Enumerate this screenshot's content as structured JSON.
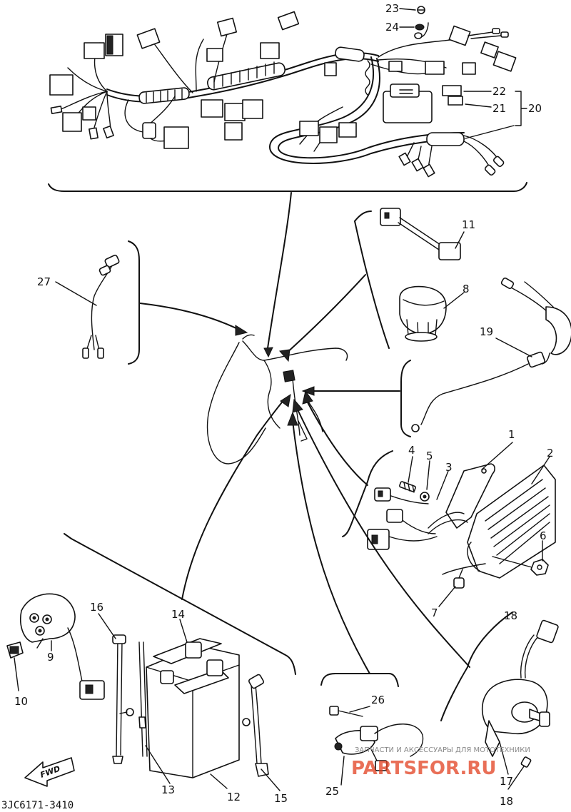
{
  "diagram": {
    "code": "3JC6171-3410",
    "fwd": "FWD",
    "watermark_text": "ЗАПЧАСТИ И АКСЕССУАРЫ ДЛЯ МОТОТЕХНИКИ",
    "watermark_brand": "PARTSFOR.RU",
    "callouts": [
      "1",
      "2",
      "3",
      "4",
      "5",
      "6",
      "7",
      "8",
      "9",
      "10",
      "11",
      "12",
      "13",
      "14",
      "15",
      "16",
      "17",
      "18",
      "19",
      "20",
      "21",
      "22",
      "23",
      "24",
      "25",
      "26",
      "27"
    ]
  }
}
